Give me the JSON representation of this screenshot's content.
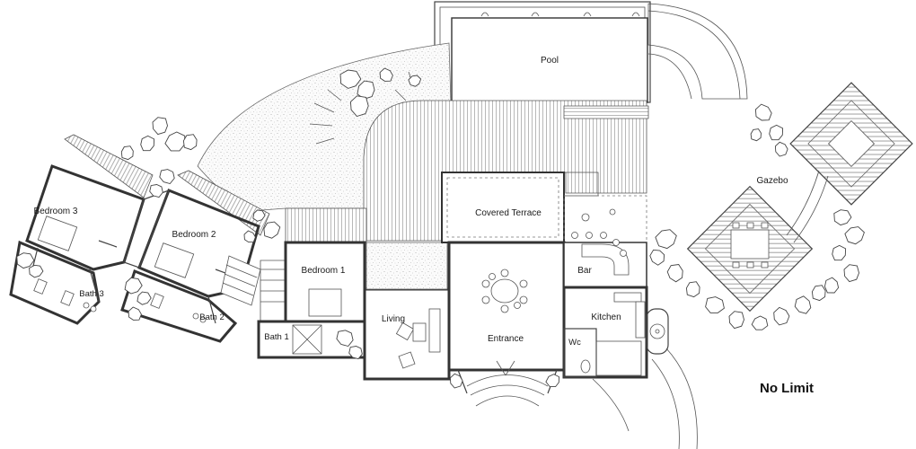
{
  "rooms": {
    "pool": "Pool",
    "bedroom3": "Bedroom 3",
    "bedroom2": "Bedroom 2",
    "bedroom1": "Bedroom 1",
    "covered_terrace": "Covered Terrace",
    "gazebo": "Gazebo",
    "bath3": "Bath 3",
    "bath2": "Bath 2",
    "bath1": "Bath 1",
    "living": "Living",
    "entrance": "Entrance",
    "bar": "Bar",
    "kitchen": "Kitchen",
    "wc": "Wc"
  },
  "brand": "No Limit",
  "icons": [
    "tree-icon",
    "dining-table-icon",
    "bed-icon",
    "sofa-icon",
    "spiral-stair-icon"
  ]
}
